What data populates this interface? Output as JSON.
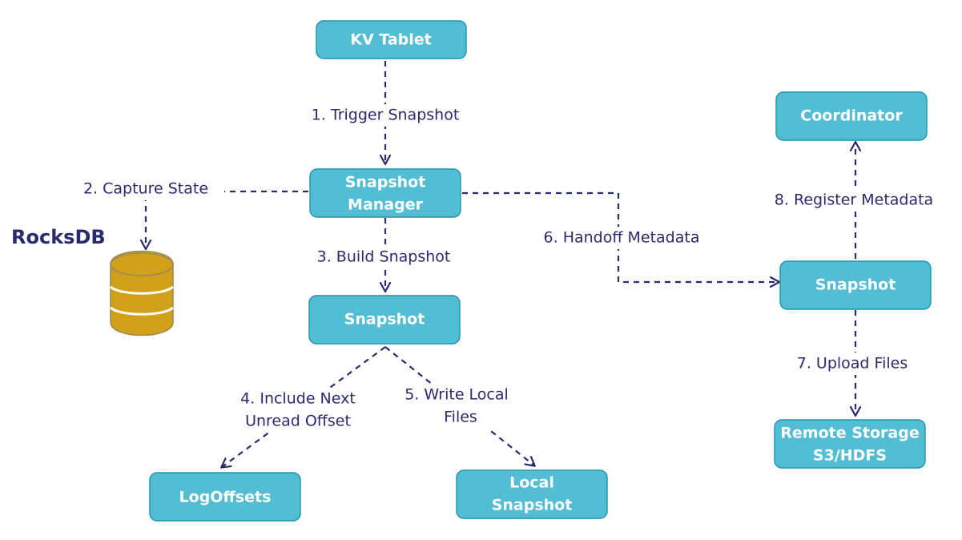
{
  "nodes": {
    "kv_tablet": "KV Tablet",
    "snapshot_manager": [
      "Snapshot",
      "Manager"
    ],
    "snapshot_build": "Snapshot",
    "log_offsets": "LogOffsets",
    "local_snapshot": [
      "Local",
      "Snapshot"
    ],
    "coordinator": "Coordinator",
    "snapshot_remote": "Snapshot",
    "remote_storage": [
      "Remote Storage",
      "S3/HDFS"
    ]
  },
  "database": {
    "label": "RocksDB",
    "icon": "database-icon",
    "color": "#d2a11b"
  },
  "edges": {
    "trigger_snapshot": "1. Trigger Snapshot",
    "capture_state": "2. Capture State",
    "build_snapshot": "3. Build Snapshot",
    "include_offset": [
      "4. Include Next",
      "Unread Offset"
    ],
    "write_local_files": [
      "5. Write Local",
      "Files"
    ],
    "handoff_metadata": "6. Handoff Metadata",
    "upload_files": "7. Upload Files",
    "register_metadata": "8. Register Metadata"
  },
  "colors": {
    "node_fill": "#52bdd3",
    "node_border": "#1f93ad",
    "edge": "#2a2a6e",
    "text_on_node": "#ffffff"
  }
}
